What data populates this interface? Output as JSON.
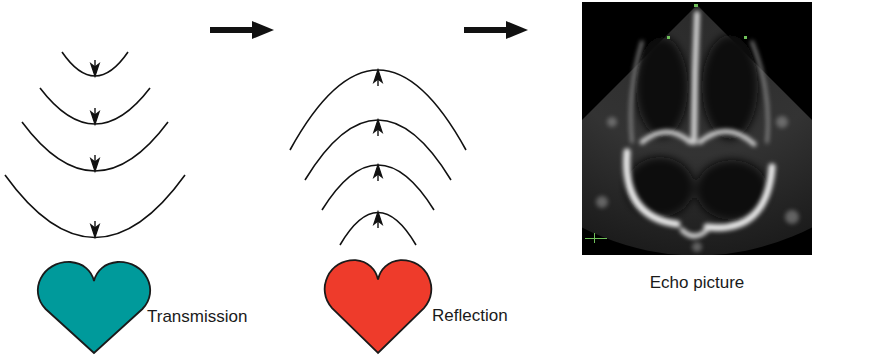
{
  "diagram": {
    "nodes": [
      {
        "text": [
          "Transmission"
        ]
      },
      {
        "text": [
          "Reflection"
        ]
      },
      {
        "text": [
          "Echo picture"
        ]
      }
    ]
  }
}
